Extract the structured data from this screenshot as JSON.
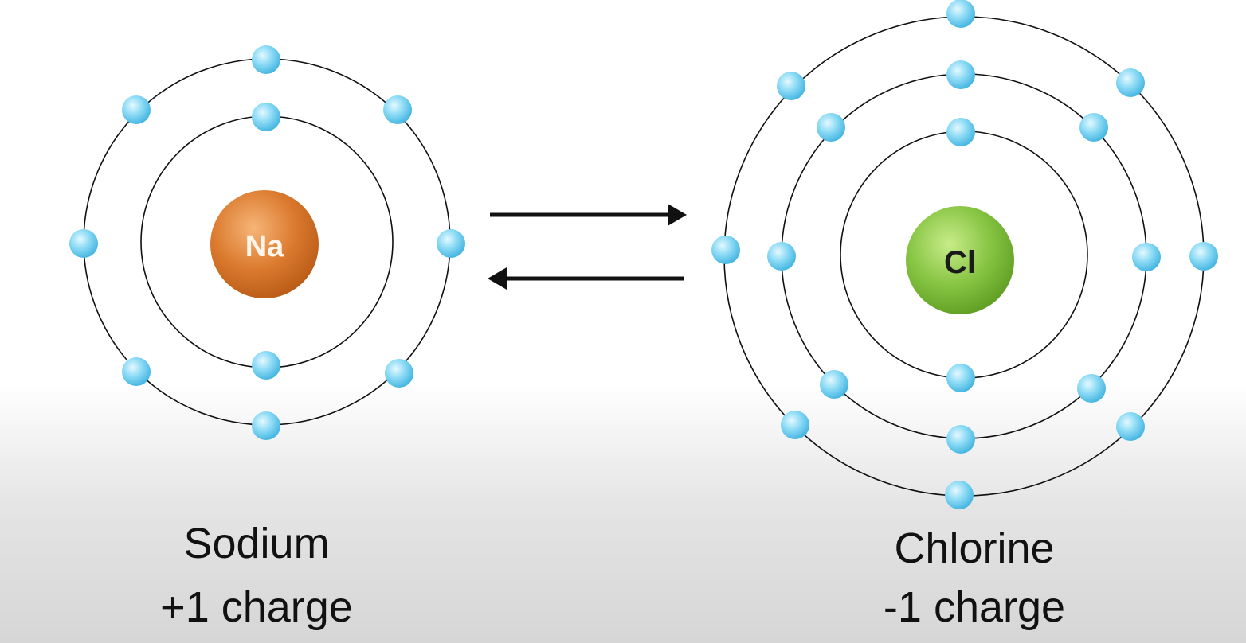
{
  "sodium": {
    "symbol": "Na",
    "name": "Sodium",
    "charge": "+1 charge",
    "nucleus_color": "#d9782c",
    "shell_electrons": [
      2,
      8
    ]
  },
  "chlorine": {
    "symbol": "Cl",
    "name": "Chlorine",
    "charge": "-1 charge",
    "nucleus_color": "#7fc242",
    "shell_electrons": [
      2,
      8,
      8
    ]
  },
  "arrows": {
    "forward_direction": "right",
    "reverse_direction": "left",
    "color": "#000000"
  },
  "electron_color": "#7fd5f0"
}
